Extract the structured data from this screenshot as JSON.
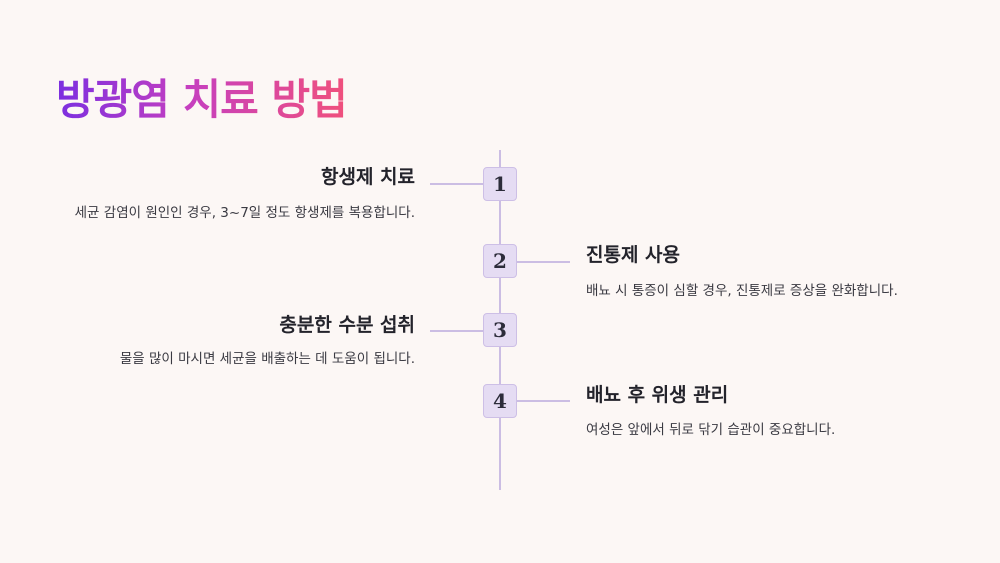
{
  "title": "방광염 치료 방법",
  "steps": [
    {
      "number": "1",
      "title": "항생제 치료",
      "description": "세균 감염이 원인인 경우, 3~7일 정도 항생제를 복용합니다."
    },
    {
      "number": "2",
      "title": "진통제 사용",
      "description": "배뇨 시 통증이 심할 경우, 진통제로 증상을 완화합니다."
    },
    {
      "number": "3",
      "title": "충분한 수분 섭취",
      "description": "물을 많이 마시면 세균을 배출하는 데 도움이 됩니다."
    },
    {
      "number": "4",
      "title": "배뇨 후 위생 관리",
      "description": "여성은 앞에서 뒤로 닦기 습관이 중요합니다."
    }
  ],
  "colors": {
    "background": "#fcf7f5",
    "title_gradient_start": "#7b2fe0",
    "title_gradient_end": "#f0507c",
    "timeline": "#cbbde3",
    "number_box": "#e5dcf3"
  }
}
